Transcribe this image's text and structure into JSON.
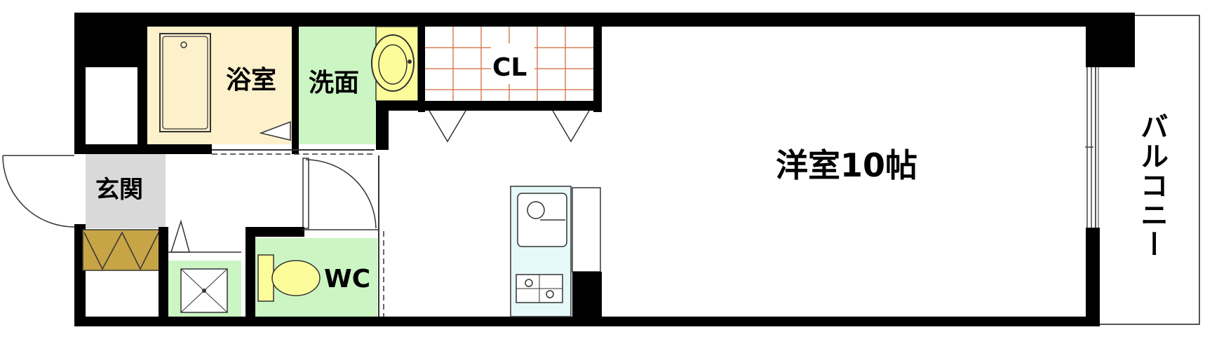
{
  "rooms": {
    "bath": "浴室",
    "washroom": "洗面",
    "closet": "CL",
    "western_room": "洋室10帖",
    "entrance": "玄関",
    "toilet": "WC",
    "balcony": "バルコニー"
  },
  "colors": {
    "wall": "#000000",
    "bath_fill": "#fdf1cc",
    "green_fill": "#ccf5c4",
    "yellow_fixture": "#fdfc9a",
    "closet_grid": "#d9815a",
    "shoe_cabinet": "#c7a446",
    "entrance_floor": "#d9d9d9",
    "kitchen_fill": "#e6f8f8"
  },
  "icons": [
    "bathtub-icon",
    "washbasin-icon",
    "toilet-icon",
    "sink-icon",
    "stove-icon",
    "washer-drain-icon"
  ]
}
